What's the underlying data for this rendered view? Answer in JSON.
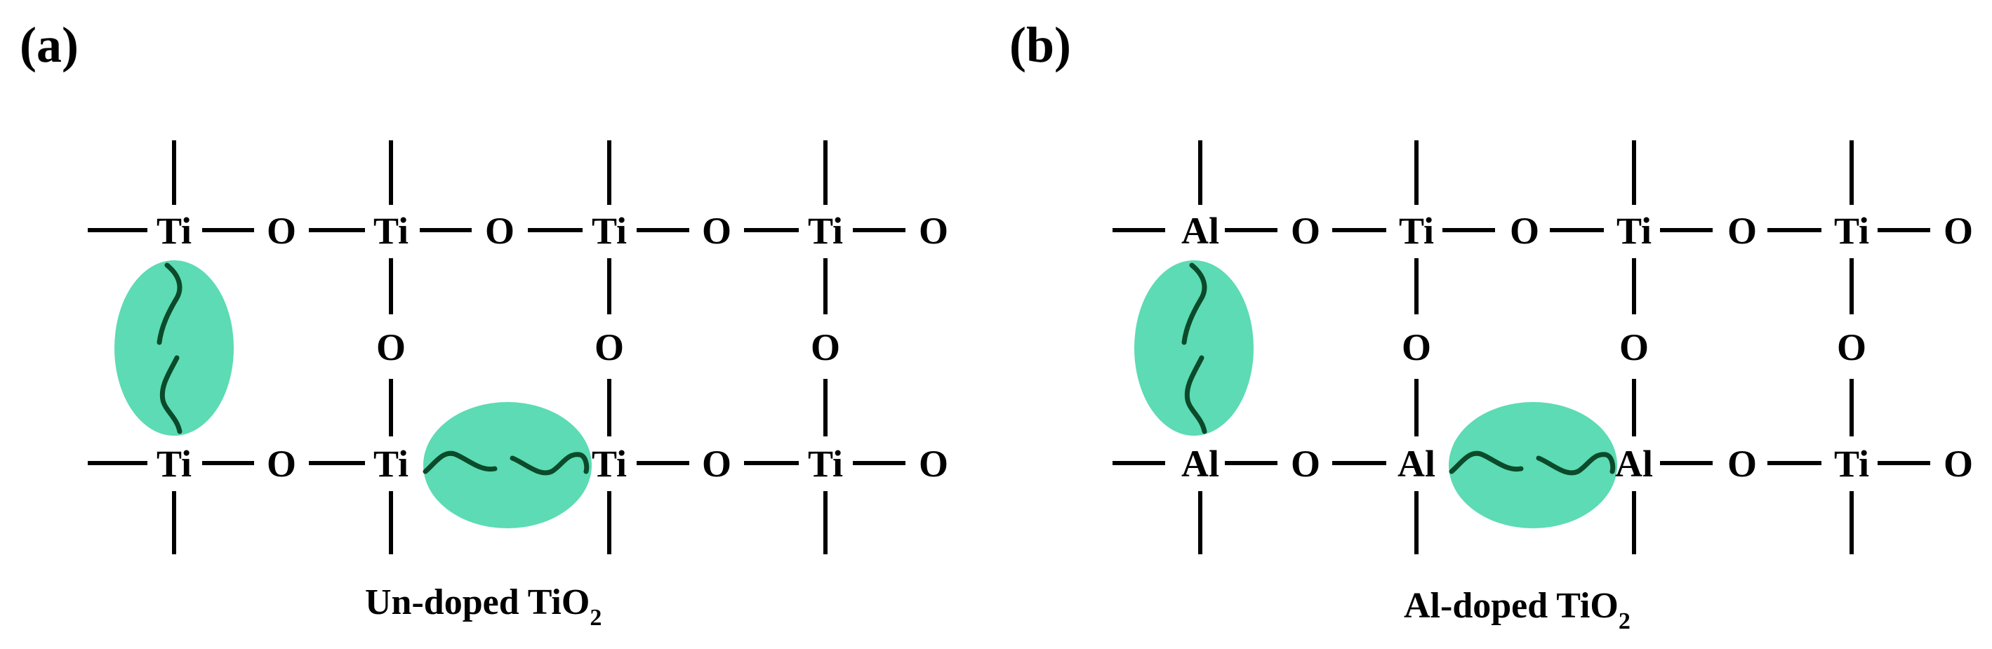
{
  "panels": [
    {
      "label": "(a)",
      "caption": "Un-doped TiO",
      "caption_subscript": "2",
      "top_row": [
        "Ti",
        "O",
        "Ti",
        "O",
        "Ti",
        "O",
        "Ti",
        "O"
      ],
      "middle_row": [
        "O",
        "O",
        "O"
      ],
      "bottom_row": [
        "Ti",
        "O",
        "Ti",
        "Ti",
        "O",
        "Ti",
        "O"
      ]
    },
    {
      "label": "(b)",
      "caption": "Al-doped TiO",
      "caption_subscript": "2",
      "top_row": [
        "Al",
        "O",
        "Ti",
        "O",
        "Ti",
        "O",
        "Ti",
        "O"
      ],
      "middle_row": [
        "O",
        "O",
        "O"
      ],
      "bottom_row": [
        "Al",
        "O",
        "Al",
        "Al",
        "O",
        "Ti",
        "O"
      ]
    }
  ],
  "colors": {
    "ellipse_fill": "#5cdbb4",
    "wave_stroke": "#0b4a2a",
    "bond": "#000000",
    "text": "#000000"
  },
  "icons": [
    "vacancy-ellipse",
    "wavy-dangling-bond"
  ]
}
